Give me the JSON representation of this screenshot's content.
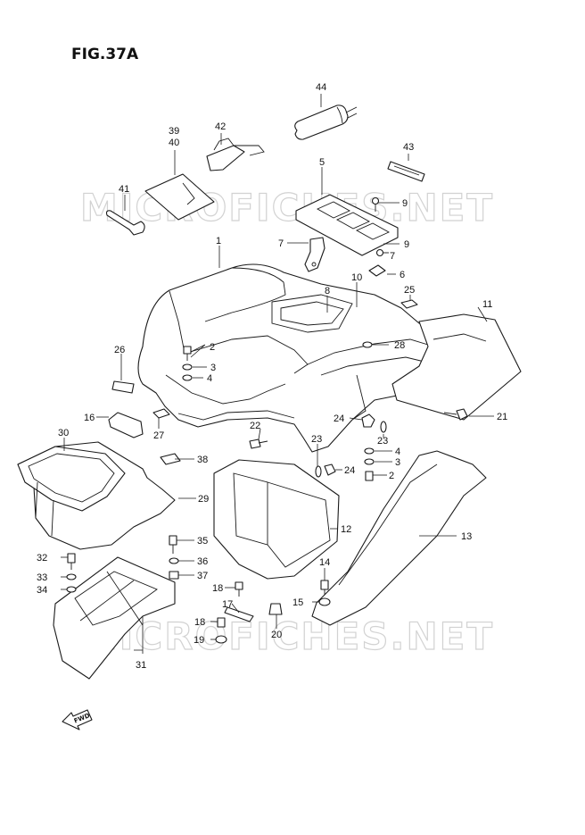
{
  "figure": {
    "title": "FIG.37A"
  },
  "watermark": {
    "text": "MICROFICHES.NET"
  },
  "direction_marker": {
    "label": "FWD",
    "icon": "forward-arrow-icon"
  },
  "callouts": {
    "c1": "1",
    "c2a": "2",
    "c2b": "2",
    "c3a": "3",
    "c3b": "3",
    "c4a": "4",
    "c4b": "4",
    "c5": "5",
    "c6": "6",
    "c7a": "7",
    "c7b": "7",
    "c8": "8",
    "c9a": "9",
    "c9b": "9",
    "c10": "10",
    "c11": "11",
    "c12": "12",
    "c13": "13",
    "c14": "14",
    "c15": "15",
    "c16": "16",
    "c17": "17",
    "c18a": "18",
    "c18b": "18",
    "c19": "19",
    "c20": "20",
    "c21": "21",
    "c22": "22",
    "c23a": "23",
    "c23b": "23",
    "c24a": "24",
    "c24b": "24",
    "c25": "25",
    "c26": "26",
    "c27": "27",
    "c28": "28",
    "c29": "29",
    "c30": "30",
    "c31": "31",
    "c32": "32",
    "c33": "33",
    "c34": "34",
    "c35": "35",
    "c36": "36",
    "c37": "37",
    "c38": "38",
    "c39": "39",
    "c40": "40",
    "c41": "41",
    "c42": "42",
    "c43": "43",
    "c44": "44"
  }
}
